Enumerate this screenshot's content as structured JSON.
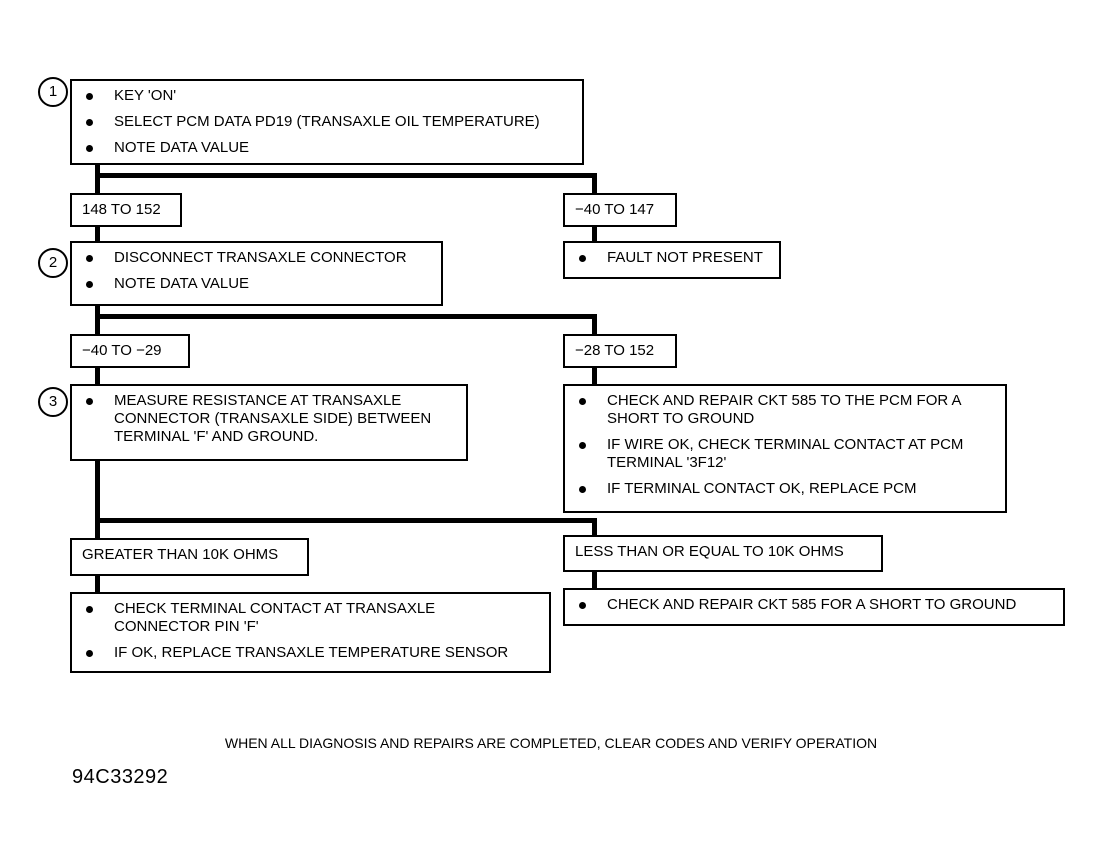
{
  "steps": [
    "1",
    "2",
    "3"
  ],
  "box1": {
    "items": [
      "KEY 'ON'",
      "SELECT PCM DATA PD19 (TRANSAXLE OIL TEMPERATURE)",
      "NOTE DATA VALUE"
    ]
  },
  "branch1": {
    "left": "148 TO 152",
    "right": "−40 TO 147"
  },
  "fault_box": {
    "items": [
      "FAULT NOT PRESENT"
    ]
  },
  "box2": {
    "items": [
      "DISCONNECT TRANSAXLE CONNECTOR",
      "NOTE DATA VALUE"
    ]
  },
  "branch2": {
    "left": "−40 TO −29",
    "right": "−28 TO 152"
  },
  "box3": {
    "items": [
      "MEASURE RESISTANCE AT TRANSAXLE\nCONNECTOR (TRANSAXLE SIDE) BETWEEN\nTERMINAL 'F' AND GROUND."
    ]
  },
  "ckt_box": {
    "items": [
      "CHECK AND REPAIR CKT 585 TO THE PCM FOR A\nSHORT TO GROUND",
      "IF WIRE OK, CHECK TERMINAL CONTACT AT PCM\nTERMINAL '3F12'",
      "IF TERMINAL CONTACT OK, REPLACE PCM"
    ]
  },
  "branch3": {
    "left": "GREATER THAN 10K OHMS",
    "right": "LESS THAN OR EQUAL TO 10K OHMS"
  },
  "sensor_box": {
    "items": [
      "CHECK TERMINAL CONTACT AT TRANSAXLE\nCONNECTOR PIN 'F'",
      "IF OK, REPLACE TRANSAXLE TEMPERATURE SENSOR"
    ]
  },
  "short_box": {
    "items": [
      "CHECK AND REPAIR CKT 585 FOR A SHORT TO GROUND"
    ]
  },
  "footer": "WHEN ALL DIAGNOSIS AND REPAIRS ARE COMPLETED, CLEAR CODES AND VERIFY OPERATION",
  "figure_id": "94C33292"
}
